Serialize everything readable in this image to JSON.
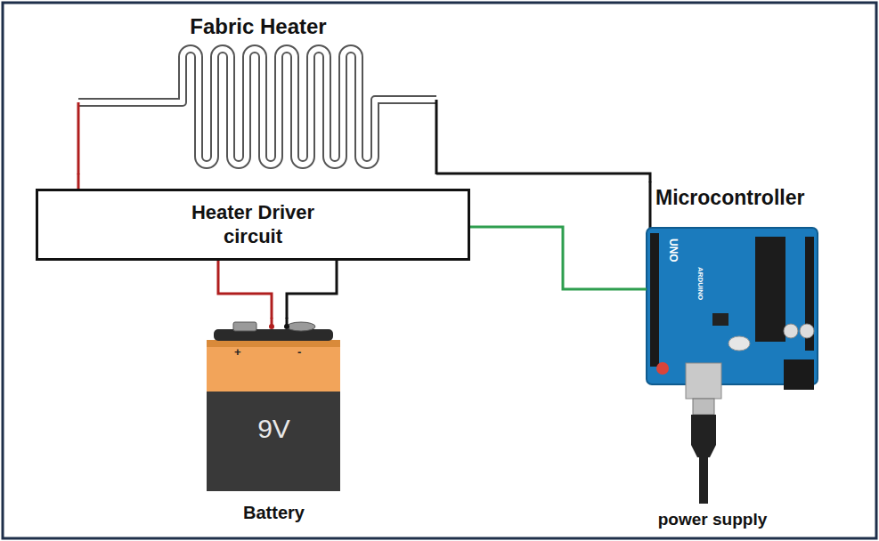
{
  "diagram": {
    "nodes": [
      {
        "text": [
          "Fabric Heater"
        ]
      },
      {
        "text": [
          "Heater Driver circuit"
        ]
      },
      {
        "text": [
          "9V",
          "Battery"
        ]
      },
      {
        "text": [
          "Microcontroller"
        ]
      }
    ],
    "edges": [
      {
        "from": 0,
        "to": 1,
        "arrow": "none"
      },
      {
        "from": 1,
        "to": 2,
        "arrow": "none"
      },
      {
        "from": 1,
        "to": 2,
        "arrow": "none"
      },
      {
        "from": 1,
        "to": 3,
        "arrow": "none"
      },
      {
        "from": 0,
        "to": 3,
        "arrow": "none"
      }
    ],
    "labels": [
      "+",
      "-",
      "UNO",
      "ARDUINO",
      "power supply"
    ]
  }
}
